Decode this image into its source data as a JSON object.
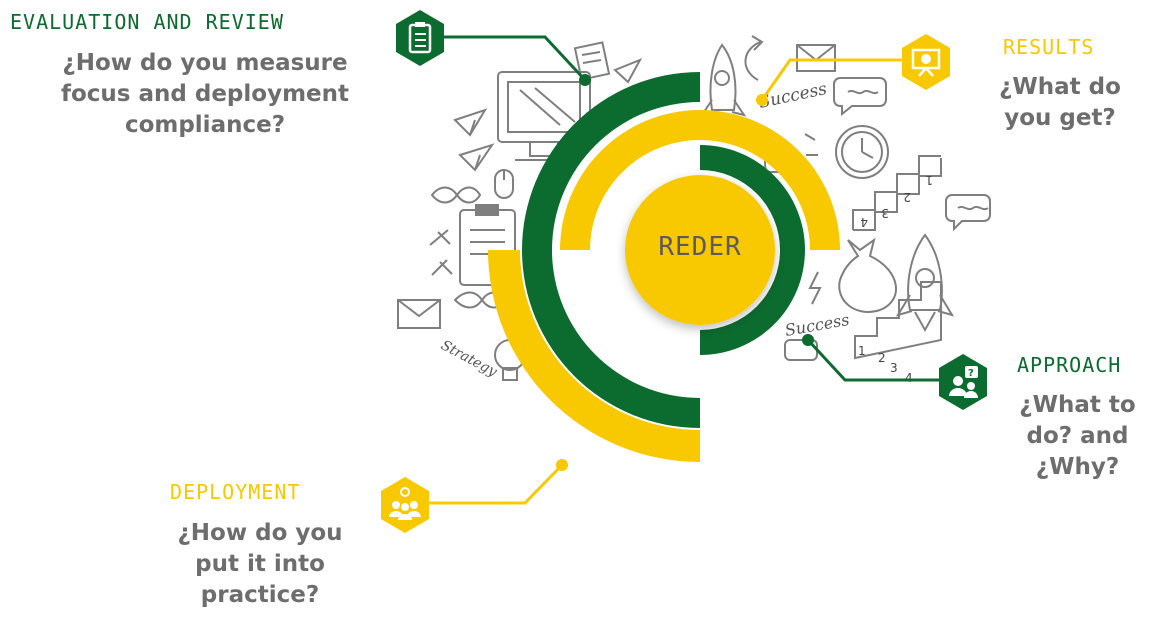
{
  "center": {
    "title": "REDER"
  },
  "colors": {
    "green": "#0c6b2f",
    "yellow": "#f8c800",
    "gray": "#6d6d6d"
  },
  "sections": {
    "evaluation": {
      "label": "EVALUATION AND REVIEW",
      "lines": [
        "¿How do you measure",
        "focus and deployment",
        "compliance?"
      ],
      "icon": "clipboard-checklist-icon"
    },
    "results": {
      "label": "RESULTS",
      "lines": [
        "¿What do",
        "you get?"
      ],
      "icon": "presentation-board-icon"
    },
    "approach": {
      "label": "APPROACH",
      "lines": [
        "¿What to",
        "do? and",
        "¿Why?"
      ],
      "icon": "team-question-icon"
    },
    "deployment": {
      "label": "DEPLOYMENT",
      "lines": [
        "¿How do you",
        "put it into",
        "practice?"
      ],
      "icon": "team-idea-icon"
    }
  },
  "doodles": {
    "success_1": "Success",
    "success_2": "Success",
    "strategy": "Strategy",
    "stairs_top": [
      "1",
      "2",
      "3",
      "4"
    ],
    "stairs_bottom": [
      "1",
      "2",
      "3",
      "4"
    ]
  }
}
